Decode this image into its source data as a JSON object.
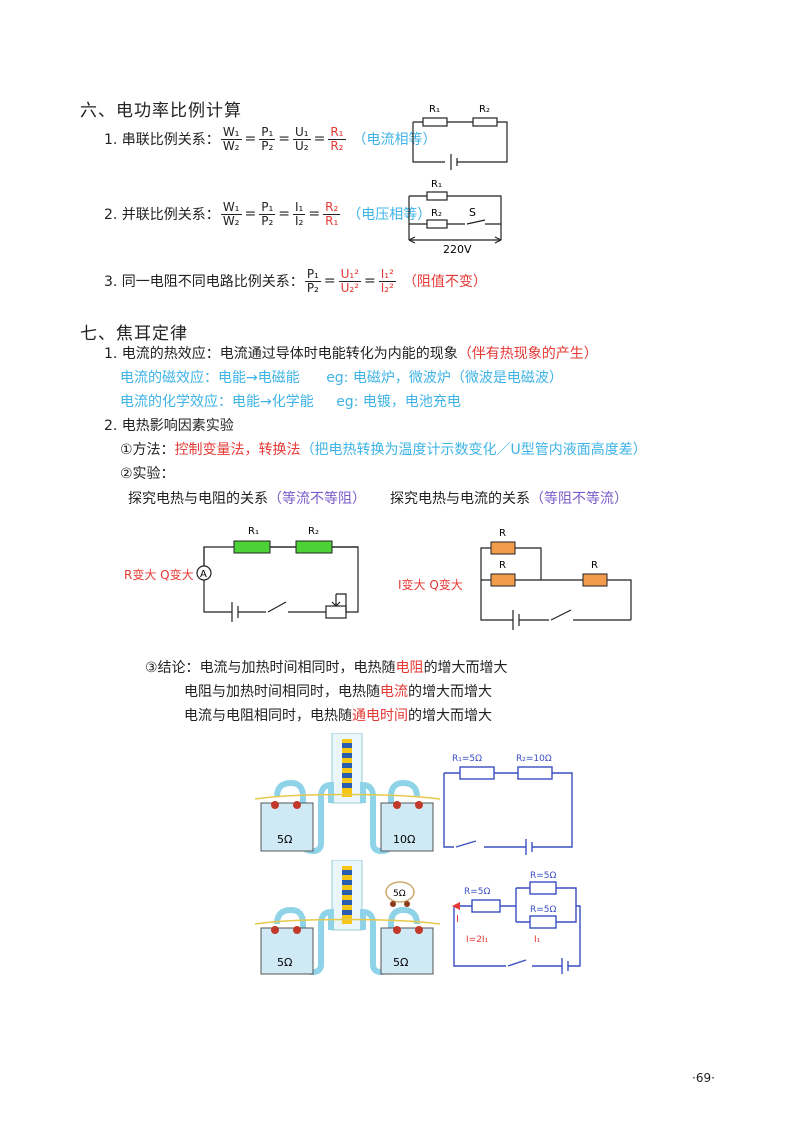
{
  "section6": {
    "title": "六、电功率比例计算",
    "item1": {
      "label": "1. 串联比例关系：",
      "w_num": "W₁",
      "w_den": "W₂",
      "p_num": "P₁",
      "p_den": "P₂",
      "u_num": "U₁",
      "u_den": "U₂",
      "r_num": "R₁",
      "r_den": "R₂",
      "note": "（电流相等）"
    },
    "item2": {
      "label": "2. 并联比例关系：",
      "w_num": "W₁",
      "w_den": "W₂",
      "p_num": "P₁",
      "p_den": "P₂",
      "i_num": "I₁",
      "i_den": "I₂",
      "r_num": "R₂",
      "r_den": "R₁",
      "note": "（电压相等）"
    },
    "item3": {
      "label": "3. 同一电阻不同电路比例关系：",
      "p_num": "P₁",
      "p_den": "P₂",
      "u_num": "U₁²",
      "u_den": "U₂²",
      "i_num": "I₁²",
      "i_den": "I₂²",
      "note": "（阻值不变）"
    },
    "circuit1": {
      "r1": "R₁",
      "r2": "R₂"
    },
    "circuit2": {
      "r1": "R₁",
      "r2": "R₂",
      "s": "S",
      "v": "220V"
    }
  },
  "section7": {
    "title": "七、焦耳定律",
    "p1_text": "1. 电流的热效应：电流通过导体时电能转化为内能的现象",
    "p1_note": "（伴有热现象的产生）",
    "mag_effect": "电流的磁效应：电能→电磁能",
    "mag_eg": "eg: 电磁炉，微波炉（微波是电磁波）",
    "chem_effect": "电流的化学效应：电能→化学能",
    "chem_eg": "eg: 电镀，电池充电",
    "p2": "2. 电热影响因素实验",
    "method_label": "①方法：",
    "method_a": "控制变量法，转换法",
    "method_b": "（把电热转换为温度计示数变化／U型管内液面高度差）",
    "experiment": "②实验：",
    "explore1": "探究电热与电阻的关系",
    "explore1_note": "（等流不等阻）",
    "explore2": "探究电热与电流的关系",
    "explore2_note": "（等阻不等流）",
    "left_circuit": {
      "r1": "R₁",
      "r2": "R₂",
      "meter": "A",
      "label": "R变大 Q变大"
    },
    "right_circuit": {
      "r_top": "R",
      "r_mid": "R",
      "r_right": "R",
      "label": "I变大 Q变大"
    },
    "conclusion_label": "③结论：",
    "c1_a": "电流与加热时间相同时，电热随",
    "c1_hl": "电阻",
    "c1_b": "的增大而增大",
    "c2_a": "电阻与加热时间相同时，电热随",
    "c2_hl": "电流",
    "c2_b": "的增大而增大",
    "c3_a": "电流与电阻相同时，电热随",
    "c3_hl": "通电时间",
    "c3_b": "的增大而增大",
    "app1": {
      "left": "5Ω",
      "right": "10Ω"
    },
    "app2": {
      "left": "5Ω",
      "right": "5Ω",
      "top": "5Ω"
    },
    "blue1": {
      "r1": "R₁=5Ω",
      "r2": "R₂=10Ω"
    },
    "blue2": {
      "r": "R=5Ω",
      "ra": "R=5Ω",
      "rb": "R=5Ω",
      "i": "I",
      "i1": "I₁",
      "eq": "I=2I₁"
    }
  },
  "page_number": "·69·"
}
